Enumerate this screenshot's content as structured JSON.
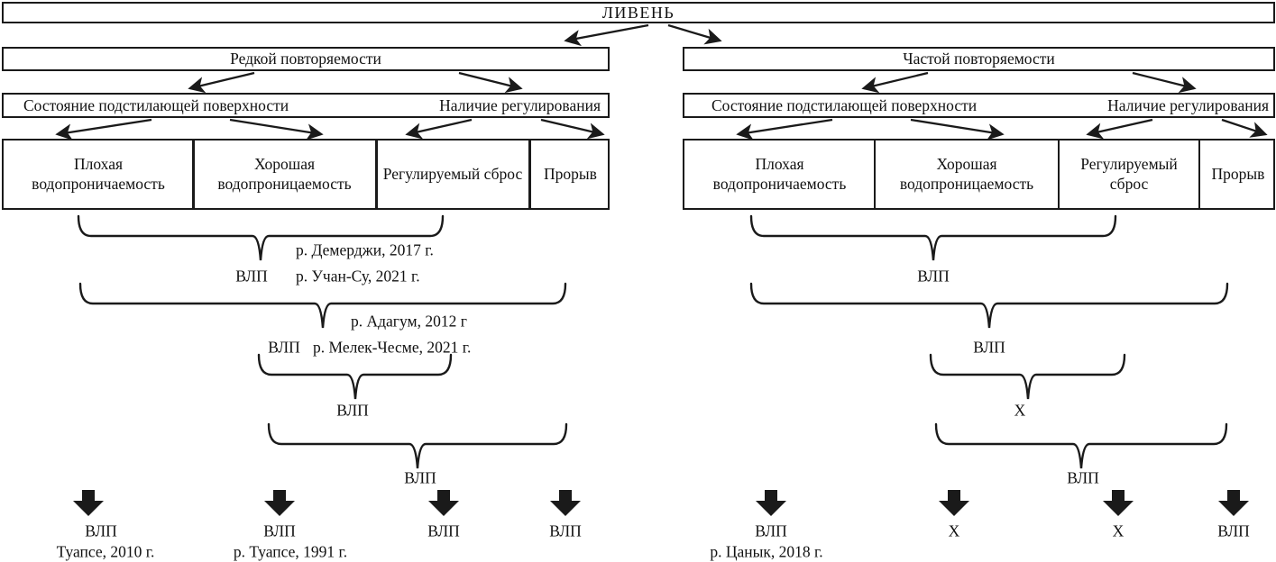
{
  "diagram": {
    "root": "ЛИВЕНЬ",
    "left": {
      "frequency": "Редкой повторяемости",
      "factor_surface": "Состояние подстилающей поверхности",
      "factor_regulation": "Наличие регулирования",
      "categories": [
        "Плохая водопроничаемость",
        "Хорошая водопроницаемость",
        "Регулируемый сброс",
        "Прорыв"
      ],
      "braces": [
        {
          "label": "ВЛП",
          "examples": [
            "р. Демерджи, 2017 г.",
            "р. Учан-Су, 2021 г."
          ]
        },
        {
          "label": "ВЛП",
          "examples": [
            "р. Адагум, 2012 г",
            "р. Мелек-Чесме, 2021 г."
          ]
        },
        {
          "label": "ВЛП",
          "examples": []
        },
        {
          "label": "ВЛП",
          "examples": []
        }
      ],
      "outcomes": [
        {
          "label": "ВЛП",
          "example": "Туапсе, 2010 г."
        },
        {
          "label": "ВЛП",
          "example": "р. Туапсе, 1991 г."
        },
        {
          "label": "ВЛП"
        },
        {
          "label": "ВЛП"
        }
      ]
    },
    "right": {
      "frequency": "Частой повторяемости",
      "factor_surface": "Состояние подстилающей поверхности",
      "factor_regulation": "Наличие регулирования",
      "categories": [
        "Плохая водопроничаемость",
        "Хорошая водопроницаемость",
        "Регулируемый сброс",
        "Прорыв"
      ],
      "braces": [
        {
          "label": "ВЛП",
          "examples": []
        },
        {
          "label": "ВЛП",
          "examples": []
        },
        {
          "label": "Х",
          "examples": []
        },
        {
          "label": "ВЛП",
          "examples": []
        }
      ],
      "outcomes": [
        {
          "label": "ВЛП",
          "example": "р. Цанык, 2018 г."
        },
        {
          "label": "Х"
        },
        {
          "label": "Х"
        },
        {
          "label": "ВЛП"
        }
      ]
    },
    "colors": {
      "ink": "#1a1a1a",
      "background": "#ffffff"
    }
  }
}
